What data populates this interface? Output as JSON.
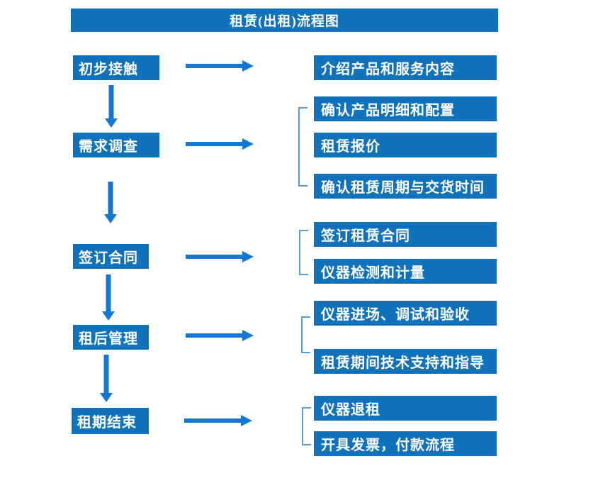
{
  "title": "租赁(出租)流程图",
  "colors": {
    "box_blue": "#1072BA",
    "arrow_blue": "#1677D0",
    "bracket_blue": "#5B9BD5",
    "text_white": "#FFFFFF",
    "background": "#FFFFFF"
  },
  "steps": [
    {
      "label": "初步接触",
      "details": [
        "介绍产品和服务内容"
      ]
    },
    {
      "label": "需求调查",
      "details": [
        "确认产品明细和配置",
        "租赁报价",
        "确认租赁周期与交货时间"
      ]
    },
    {
      "label": "签订合同",
      "details": [
        "签订租赁合同",
        "仪器检测和计量"
      ]
    },
    {
      "label": "租后管理",
      "details": [
        "仪器进场、调试和验收",
        "租赁期间技术支持和指导"
      ]
    },
    {
      "label": "租期结束",
      "details": [
        "仪器退租",
        "开具发票，付款流程"
      ]
    }
  ]
}
